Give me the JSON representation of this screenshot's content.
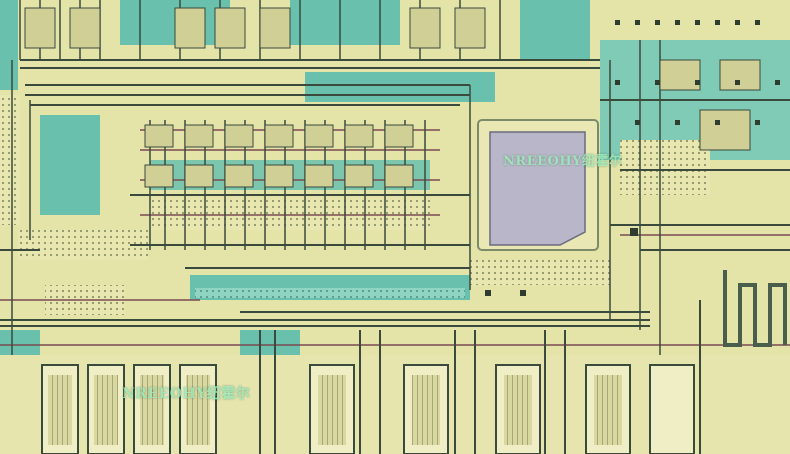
{
  "image": {
    "subject": "ic-die-micrograph",
    "colors": {
      "metal": "#e4e3a8",
      "metal_light": "#efeec4",
      "field": "#69c1ad",
      "field_light": "#8fd4c2",
      "trace_dark": "#3a4a3c",
      "trace_red": "#7a4b52",
      "pad": "#b8b6c8",
      "contact": "#6f8a66"
    }
  },
  "watermarks": [
    {
      "text": "NREEOHY纽霍尔"
    },
    {
      "text": "NREEOHY纽霍尔"
    }
  ]
}
